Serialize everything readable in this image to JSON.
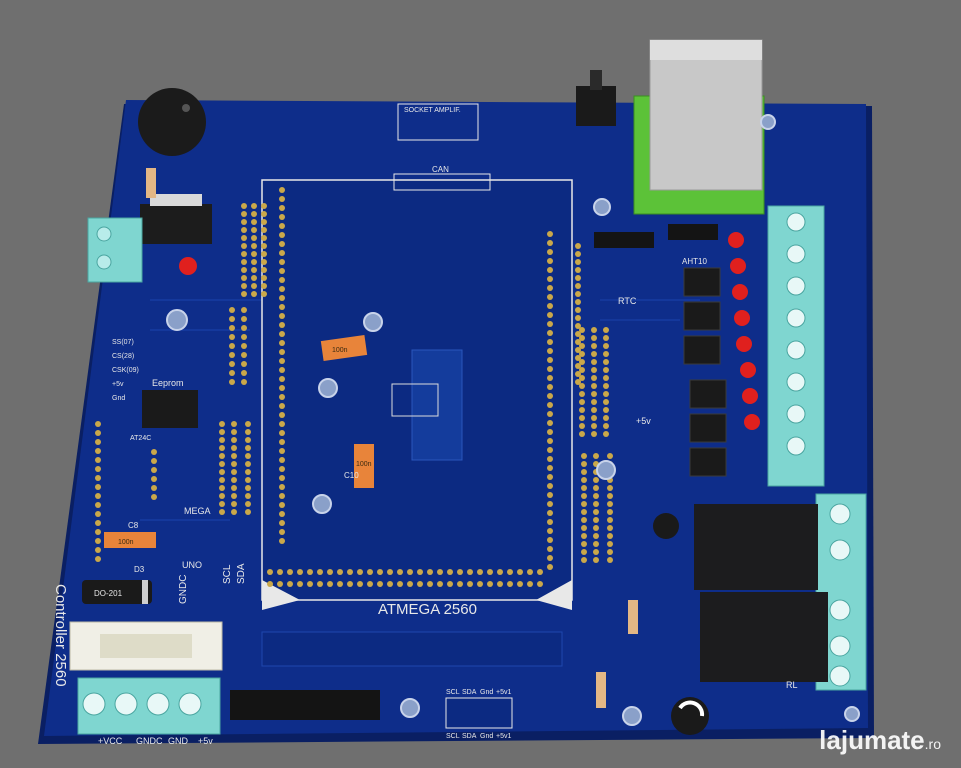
{
  "board": {
    "mcu_label": "ATMEGA 2560",
    "side_label": "Controller 2560",
    "socket_label": "SOCKET AMPLIF.",
    "can_label": "CAN",
    "rtc_label": "RTC",
    "aht_label": "AHT10",
    "eeprom_label": "Eeprom",
    "mega_label": "MEGA",
    "uno_label": "UNO",
    "diode_label": "DO-201",
    "d3_label": "D3",
    "c8_label": "C8",
    "c10_label": "C10",
    "cap1_value": "100n",
    "cap2_value": "100n",
    "cap3_value": "100n",
    "ic_label": "AT24C",
    "pwr_terminal_labels": [
      "+VCC",
      "GNDC",
      "GND",
      "+5v"
    ],
    "i2c_labels": [
      "SCL",
      "SDA",
      "Gnd",
      "+5v1"
    ],
    "i2c_bottom_labels": [
      "SCL",
      "SDA",
      "Gnd",
      "+5v1"
    ],
    "side_pins": [
      "SS(07)",
      "CS(28)",
      "CSK(09)",
      "+5v",
      "Gnd"
    ],
    "gndc_label": "GNDC",
    "scl_label": "SCL",
    "sda_label": "SDA",
    "plus5_label": "+5v",
    "rl_label": "RL"
  },
  "watermark": {
    "brand": "lajumate",
    "tld": ".ro"
  },
  "colors": {
    "background": "#6f6f6f",
    "pcb": "#0e2d8a",
    "pcb_edge": "#0a1f63",
    "silkscreen": "#e8e8e8",
    "terminal": "#7fd6d0",
    "relay": "#1c1c1e",
    "led": "#e0201e",
    "pad": "#caa84a"
  }
}
